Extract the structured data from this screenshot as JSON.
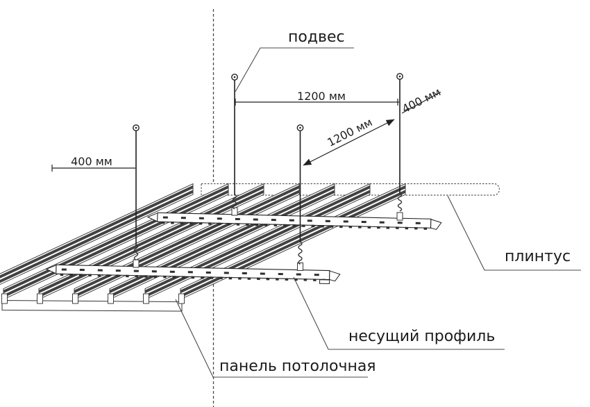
{
  "diagram": {
    "labels": {
      "hanger": "подвес",
      "plinth": "плинтус",
      "bearing_profile": "несущий профиль",
      "ceiling_panel": "панель потолочная"
    },
    "dimensions": {
      "hanger_spacing_top": "1200 мм",
      "profile_spacing_diagonal": "1200 мм",
      "wall_offset_left": "400 мм",
      "wall_offset_right": "400 мм"
    },
    "icons": {
      "hanger_eye": "hanger-eye-ring",
      "spring_clip": "serpentine-spring-clip"
    },
    "colors": {
      "background": "#ffffff",
      "line": "#2b2b2b",
      "leader": "#4a4a4a",
      "panel_stripe": "#424242"
    }
  }
}
